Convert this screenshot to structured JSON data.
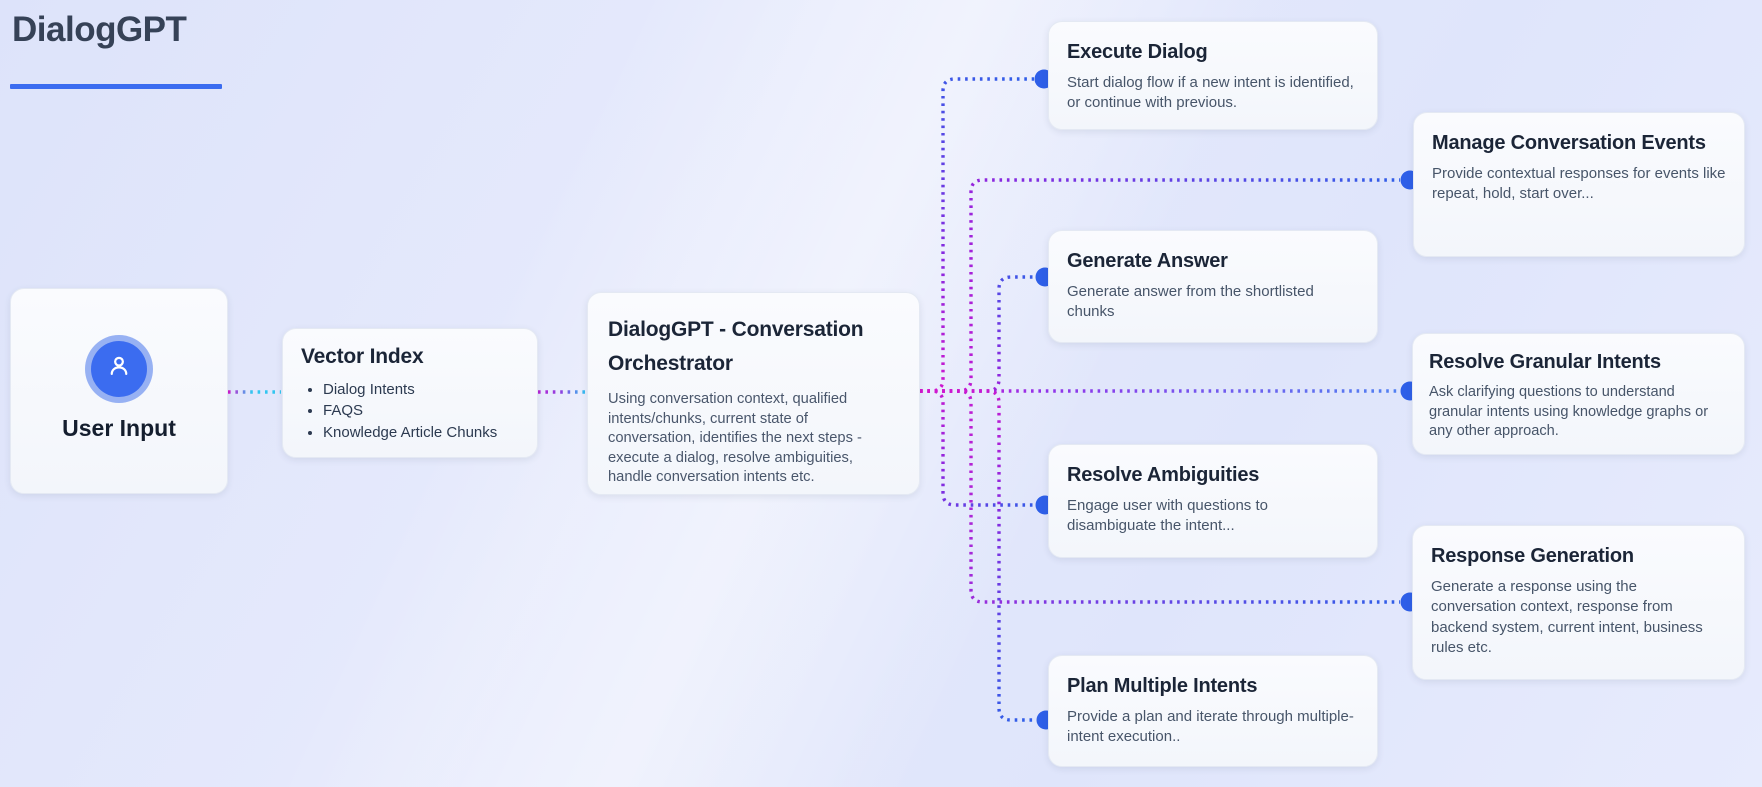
{
  "page": {
    "title": "DialogGPT"
  },
  "colors": {
    "accent_underline": "#3b6cf0",
    "edge_magenta": "#d416ce",
    "edge_purple": "#8729e0",
    "edge_blue": "#2e5fe8",
    "edge_cyan": "#33c6f0",
    "endpoint_dot": "#2e5fe8",
    "avatar_blue": "#3b6cf0"
  },
  "nodes": {
    "user_input": {
      "label": "User Input",
      "icon": "person-icon"
    },
    "vector_index": {
      "title": "Vector Index",
      "items": [
        "Dialog Intents",
        "FAQS",
        "Knowledge Article Chunks"
      ]
    },
    "orchestrator": {
      "title": "DialogGPT - Conversation Orchestrator",
      "body": "Using conversation context, qualified intents/chunks, current state of conversation, identifies the next steps - execute a dialog, resolve ambiguities, handle conversation intents etc."
    },
    "targets": [
      {
        "title": "Execute Dialog",
        "body": "Start dialog flow if a new intent is identified, or continue with previous."
      },
      {
        "title": "Manage Conversation Events",
        "body": "Provide contextual responses for events like repeat, hold, start over..."
      },
      {
        "title": "Generate Answer",
        "body": "Generate answer from the shortlisted chunks"
      },
      {
        "title": "Resolve Granular Intents",
        "body": "Ask clarifying questions to understand granular intents using knowledge graphs or any other approach."
      },
      {
        "title": "Resolve Ambiguities",
        "body": "Engage user with questions to disambiguate the intent..."
      },
      {
        "title": "Response Generation",
        "body": "Generate a response using the conversation context, response from backend system, current intent, business rules etc."
      },
      {
        "title": "Plan Multiple Intents",
        "body": "Provide a plan and iterate through multiple-intent execution.."
      }
    ]
  }
}
